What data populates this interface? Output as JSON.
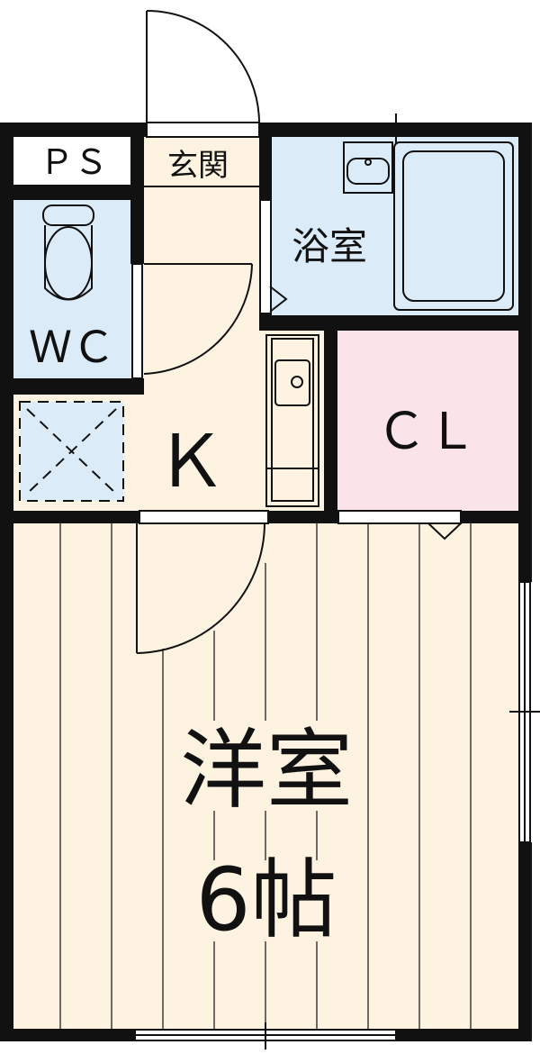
{
  "labels": {
    "ps": "ＰＳ",
    "entrance": "玄関",
    "bath": "浴室",
    "wc": "ＷＣ",
    "kitchen": "Ｋ",
    "closet": "ＣＬ",
    "room_name": "洋室",
    "room_size": "6帖"
  },
  "colors": {
    "wall": "#111111",
    "floor": "#fdf3e0",
    "wet_area": "#dcebf8",
    "closet": "#fbe3ea",
    "white": "#ffffff",
    "line": "#111111"
  }
}
